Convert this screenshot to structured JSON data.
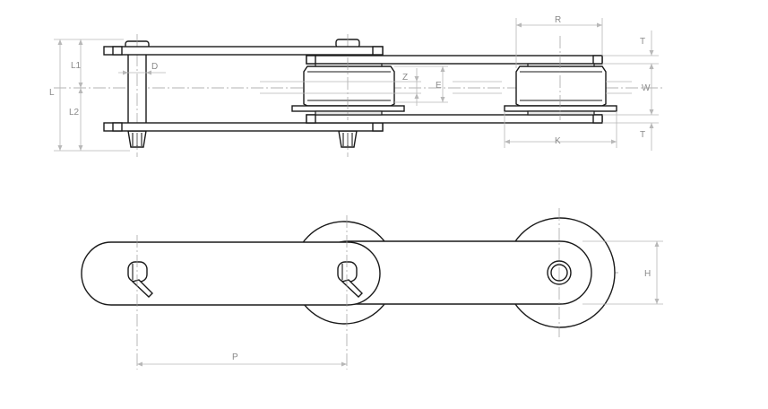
{
  "dimensions": {
    "L": "L",
    "L1": "L1",
    "L2": "L2",
    "D": "D",
    "Z": "Z",
    "E": "E",
    "R": "R",
    "T_top": "T",
    "T_bottom": "T",
    "W": "W",
    "K": "K",
    "H": "H",
    "P": "P"
  },
  "colors": {
    "line": "#1a1a1a",
    "dimension": "#b8b8b8",
    "label": "#8a8a8a",
    "background": "#ffffff"
  }
}
